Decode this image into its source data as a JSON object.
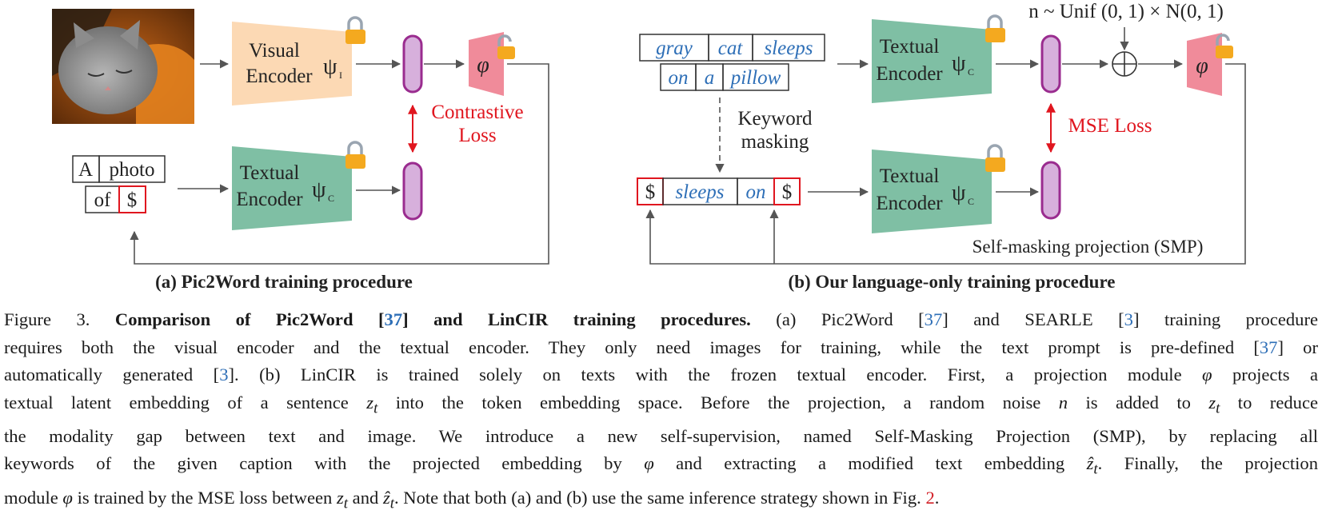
{
  "panel_a": {
    "visual_encoder": [
      "Visual",
      "Encoder"
    ],
    "visual_symbol": "ψ",
    "visual_sub": "I",
    "textual_encoder": [
      "Textual",
      "Encoder"
    ],
    "textual_symbol": "ψ",
    "textual_sub": "C",
    "phi": "φ",
    "loss": [
      "Contrastive",
      "Loss"
    ],
    "prompt_row1": [
      "A",
      "photo"
    ],
    "prompt_row2": [
      "of",
      "$"
    ],
    "label": "(a) Pic2Word training procedure"
  },
  "panel_b": {
    "tokens_row1": [
      "gray",
      "cat",
      "sleeps"
    ],
    "tokens_row2": [
      "on",
      "a",
      "pillow"
    ],
    "masking": [
      "Keyword",
      "masking"
    ],
    "masked_tokens": [
      "$",
      "sleeps",
      "on",
      "$"
    ],
    "textual_encoder": [
      "Textual",
      "Encoder"
    ],
    "textual_symbol": "ψ",
    "textual_sub": "C",
    "noise": "n ~ Unif (0, 1) × N(0, 1)",
    "plus": "⊕",
    "phi": "φ",
    "loss": "MSE Loss",
    "smp": "Self-masking projection (SMP)",
    "label": "(b) Our language-only training procedure"
  },
  "colors": {
    "visual_encoder": "#fcd9b4",
    "textual_encoder": "#7fbfa4",
    "embedding": "#d7b0dc",
    "embedding_stroke": "#9a2c8f",
    "projector": "#f08b9a",
    "lock": "#f4a91f",
    "loss": "#e0161f",
    "token_text": "#2e6fb7"
  },
  "icons": [
    "lock-icon",
    "unlock-icon",
    "cat-photo"
  ],
  "caption": {
    "figure": "Figure 3.",
    "title_pre": "Comparison of Pic2Word [",
    "title_ref": "37",
    "title_post": "] and LinCIR training procedures.",
    "lines": [
      [
        " (a) Pic2Word [",
        "37",
        "] and SEARLE [",
        "3",
        "] training procedure"
      ],
      [
        "requires both the visual encoder and the textual encoder. They only need images for training, while the text prompt is pre-defined [",
        "37",
        "] or"
      ],
      [
        "automatically generated [",
        "3",
        "]. (b) LinCIR is trained solely on texts with the frozen textual encoder. First, a projection module ",
        "φ",
        " projects a"
      ],
      [
        "textual latent embedding of a sentence ",
        "z",
        "t",
        " into the token embedding space. Before the projection, a random noise ",
        "n",
        " is added to ",
        "z",
        "t",
        " to reduce"
      ],
      [
        "the modality gap between text and image. We introduce a new self-supervision, named Self-Masking Projection (SMP), by replacing all"
      ],
      [
        "keywords of the given caption with the projected embedding by ",
        "φ",
        " and extracting a modified text embedding ",
        "ẑ",
        "t",
        ". Finally, the projection"
      ],
      [
        "module ",
        "φ",
        " is trained by the MSE loss between ",
        "z",
        "t",
        " and ",
        "ẑ",
        "t",
        ". Note that both (a) and (b) use the same inference strategy shown in Fig. ",
        "2",
        "."
      ]
    ]
  }
}
